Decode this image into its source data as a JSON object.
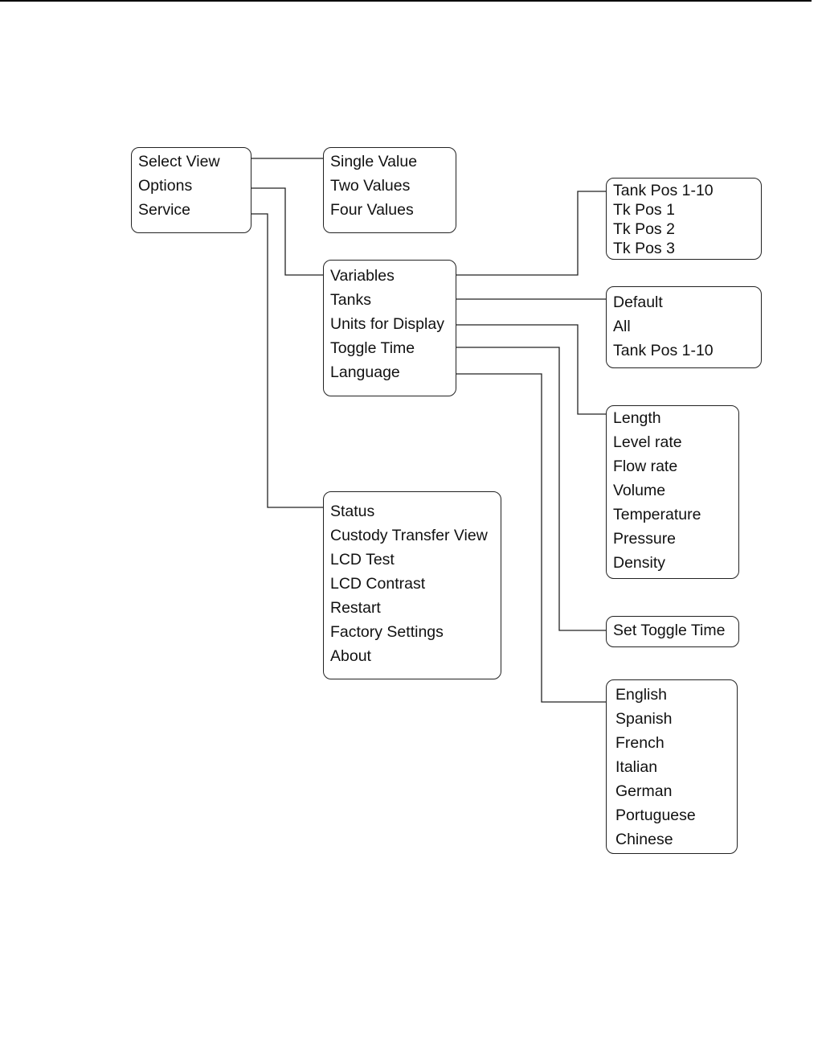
{
  "menu": {
    "root": {
      "items": [
        "Select View",
        "Options",
        "Service"
      ]
    },
    "select_view": {
      "items": [
        "Single Value",
        "Two Values",
        "Four Values"
      ]
    },
    "options": {
      "items": [
        "Variables",
        "Tanks",
        "Units for Display",
        "Toggle Time",
        "Language"
      ]
    },
    "service": {
      "items": [
        "Status",
        "Custody Transfer View",
        "LCD Test",
        "LCD Contrast",
        "Restart",
        "Factory Settings",
        "About"
      ]
    },
    "variables": {
      "items": [
        "Tank Pos 1-10",
        "Tk Pos 1",
        "Tk Pos 2",
        "Tk Pos 3"
      ]
    },
    "tanks": {
      "items": [
        "Default",
        "All",
        "Tank Pos 1-10"
      ]
    },
    "units_for_display": {
      "items": [
        "Length",
        "Level rate",
        "Flow rate",
        "Volume",
        "Temperature",
        "Pressure",
        "Density"
      ]
    },
    "toggle_time": {
      "items": [
        "Set Toggle Time"
      ]
    },
    "language": {
      "items": [
        "English",
        "Spanish",
        "French",
        "Italian",
        "German",
        "Portuguese",
        "Chinese"
      ]
    }
  }
}
